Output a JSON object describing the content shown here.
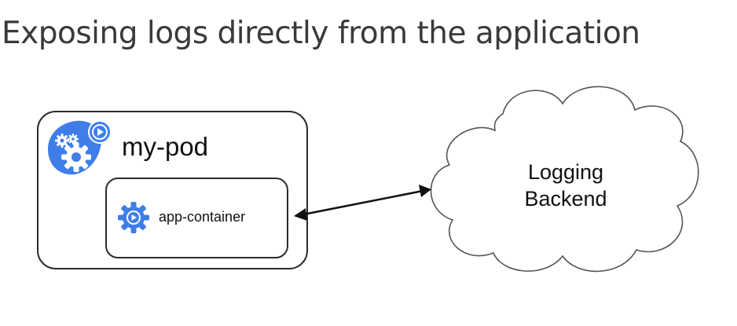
{
  "title": "Exposing logs directly from the application",
  "pod": {
    "label": "my-pod",
    "icon": "pod-gears-icon"
  },
  "container": {
    "label": "app-container",
    "icon": "container-gear-icon"
  },
  "backend": {
    "line1": "Logging",
    "line2": "Backend",
    "shape": "cloud"
  },
  "connection": {
    "type": "bidirectional-arrow"
  },
  "colors": {
    "icon_blue": "#3f7ee8",
    "stroke": "#2b2b2b",
    "text": "#111111"
  }
}
